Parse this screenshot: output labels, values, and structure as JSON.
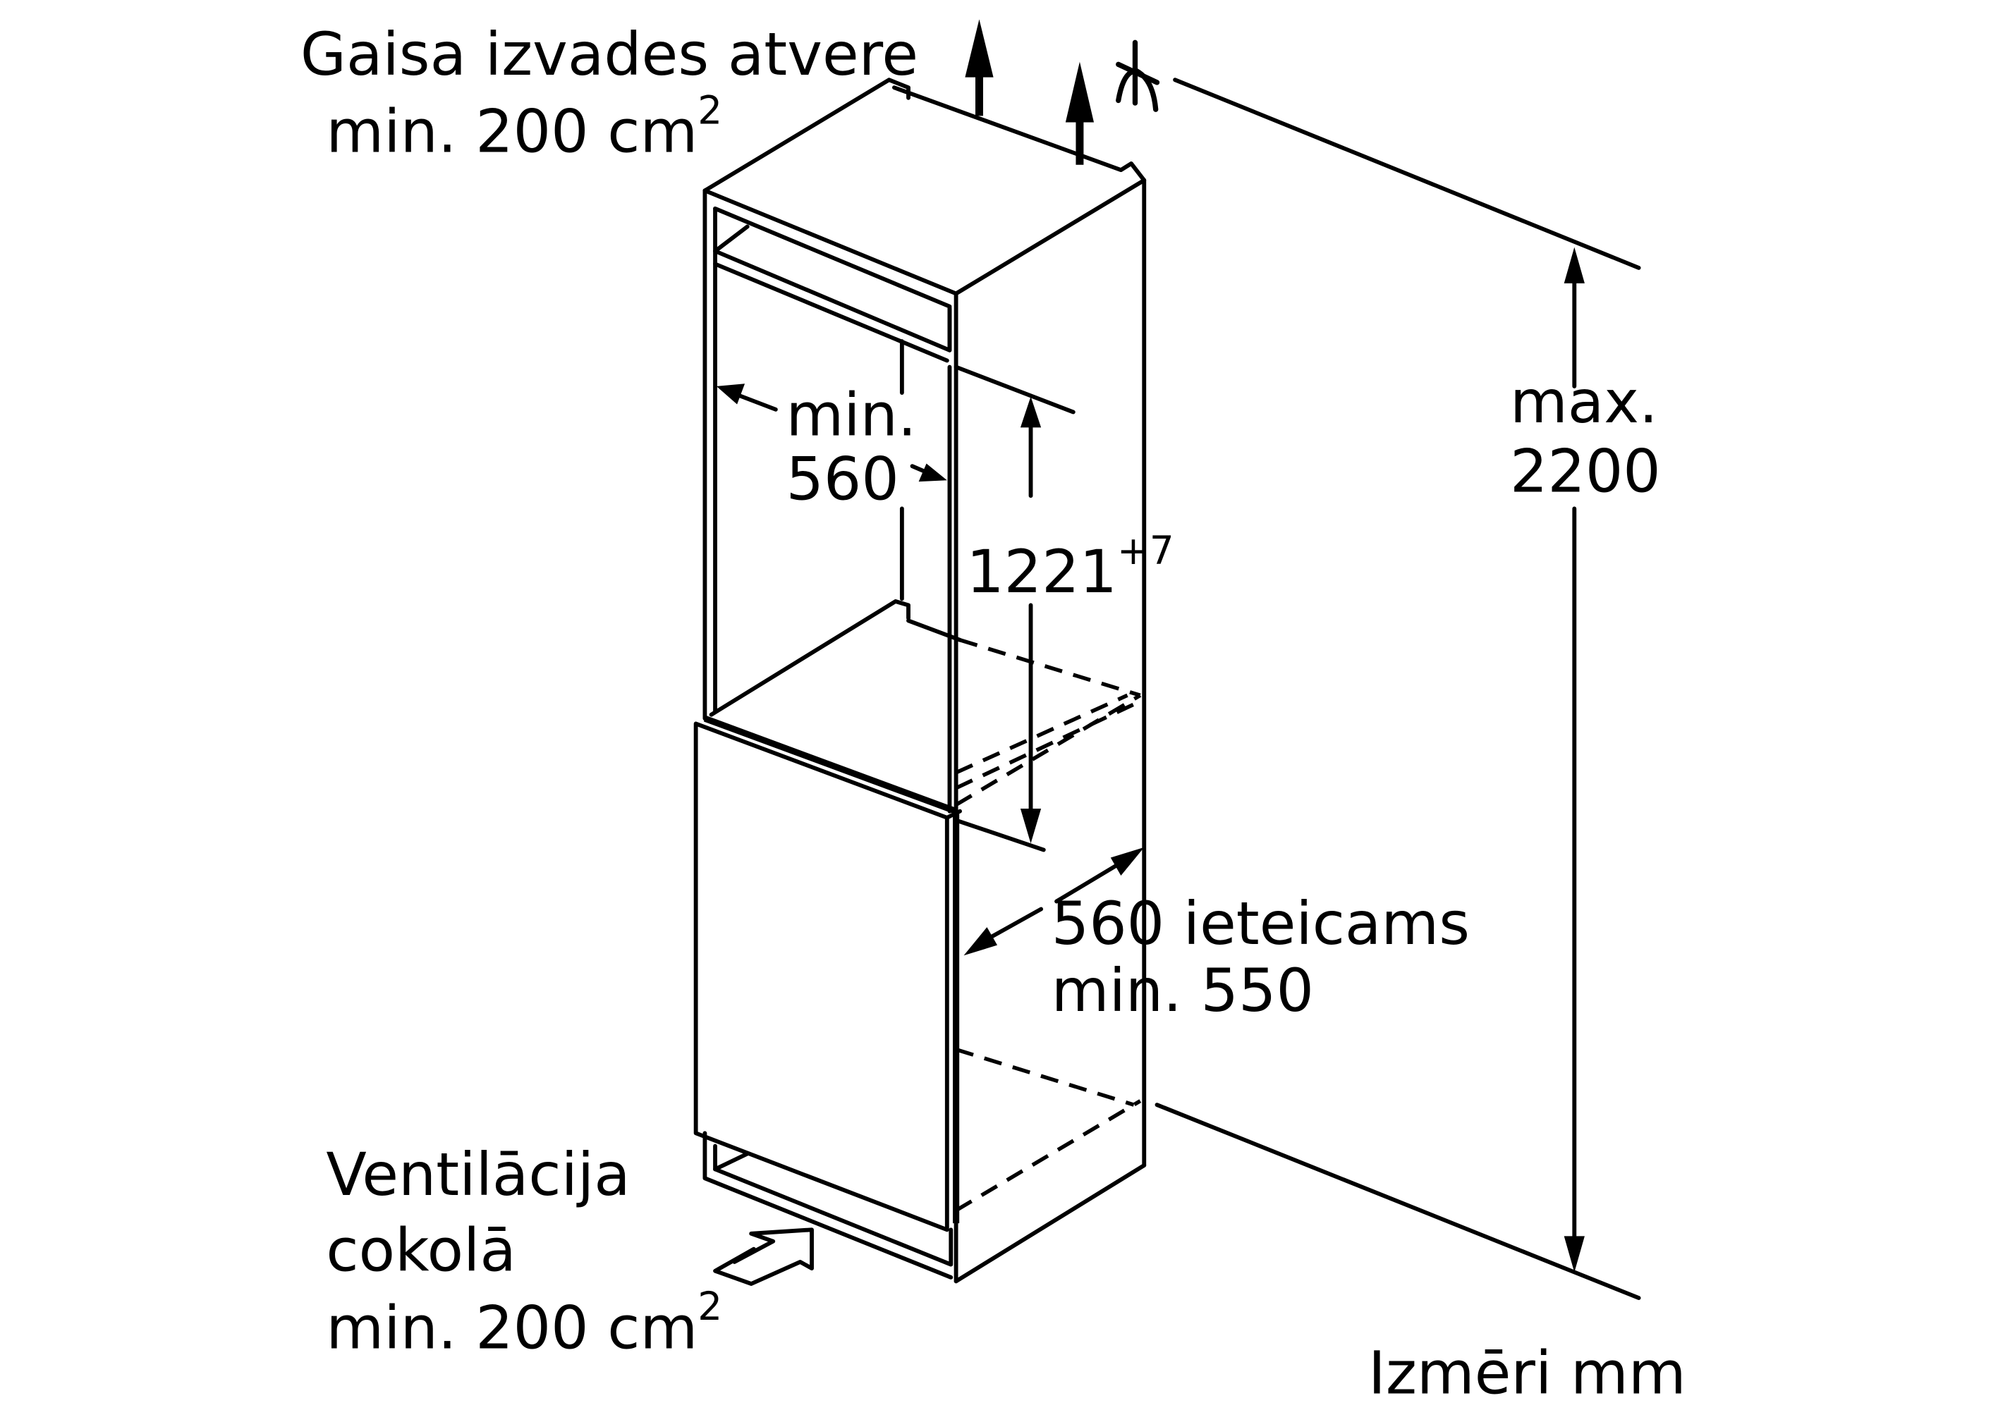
{
  "labels": {
    "air_outlet_line1": "Gaisa izvades atvere",
    "air_outlet_line2": "min. 200 cm",
    "air_outlet_sup": "2",
    "niche_width_line1": "min.",
    "niche_width_line2": "560",
    "niche_height": "1221",
    "niche_height_tolerance": "+7",
    "max_height_line1": "max.",
    "max_height_line2": "2200",
    "depth_line1": "560 ieteicams",
    "depth_line2": "min. 550",
    "plinth_vent_line1": "Ventilācija",
    "plinth_vent_line2": "cokolā",
    "plinth_vent_line3": "min. 200 cm",
    "plinth_vent_sup": "2",
    "units": "Izmēri mm"
  },
  "colors": {
    "ink": "#000000",
    "background": "#ffffff"
  }
}
